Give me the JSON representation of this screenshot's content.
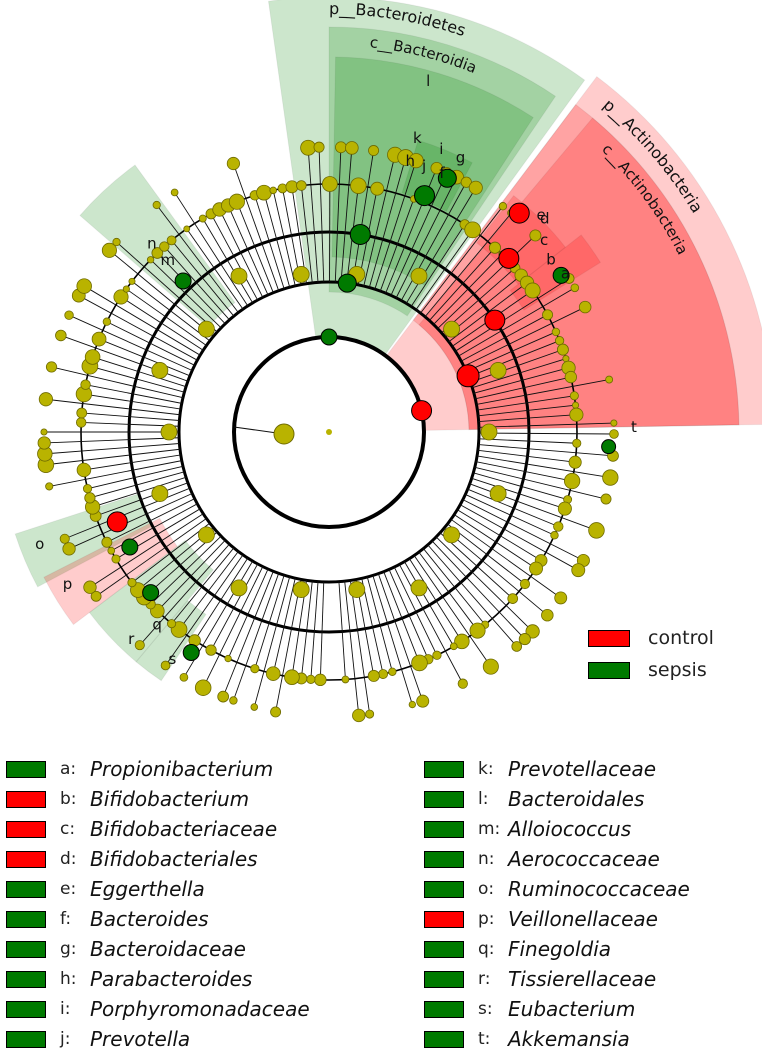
{
  "colors": {
    "control": "#ff0000",
    "sepsis": "#007a00",
    "node": "#b9b300",
    "node_stroke": "#6e6a00"
  },
  "clade_labels": {
    "phylum_bacteroidetes": "p__Bacteroidetes",
    "class_bacteroidia": "c__Bacteroidia",
    "phylum_actinobacteria": "p__Actinobacteria",
    "class_actinobacteria": "c__Actinobacteria"
  },
  "letters": [
    "a",
    "b",
    "c",
    "d",
    "e",
    "f",
    "g",
    "h",
    "i",
    "j",
    "k",
    "l",
    "m",
    "n",
    "o",
    "p",
    "q",
    "r",
    "s",
    "t"
  ],
  "legend": [
    {
      "label": "control",
      "color": "#ff0000"
    },
    {
      "label": "sepsis",
      "color": "#007a00"
    }
  ],
  "key_left": [
    {
      "letter": "a:",
      "name": "Propionibacterium",
      "color": "#007a00"
    },
    {
      "letter": "b:",
      "name": "Bifidobacterium",
      "color": "#ff0000"
    },
    {
      "letter": "c:",
      "name": "Bifidobacteriaceae",
      "color": "#ff0000"
    },
    {
      "letter": "d:",
      "name": "Bifidobacteriales",
      "color": "#ff0000"
    },
    {
      "letter": "e:",
      "name": "Eggerthella",
      "color": "#007a00"
    },
    {
      "letter": "f:",
      "name": "Bacteroides",
      "color": "#007a00"
    },
    {
      "letter": "g:",
      "name": "Bacteroidaceae",
      "color": "#007a00"
    },
    {
      "letter": "h:",
      "name": "Parabacteroides",
      "color": "#007a00"
    },
    {
      "letter": "i:",
      "name": "Porphyromonadaceae",
      "color": "#007a00"
    },
    {
      "letter": "j:",
      "name": "Prevotella",
      "color": "#007a00"
    }
  ],
  "key_right": [
    {
      "letter": "k:",
      "name": "Prevotellaceae",
      "color": "#007a00"
    },
    {
      "letter": "l:",
      "name": "Bacteroidales",
      "color": "#007a00"
    },
    {
      "letter": "m:",
      "name": "Alloiococcus",
      "color": "#007a00"
    },
    {
      "letter": "n:",
      "name": "Aerococcaceae",
      "color": "#007a00"
    },
    {
      "letter": "o:",
      "name": "Ruminococcaceae",
      "color": "#007a00"
    },
    {
      "letter": "p:",
      "name": "Veillonellaceae",
      "color": "#ff0000"
    },
    {
      "letter": "q:",
      "name": "Finegoldia",
      "color": "#007a00"
    },
    {
      "letter": "r:",
      "name": "Tissierellaceae",
      "color": "#007a00"
    },
    {
      "letter": "s:",
      "name": "Eubacterium",
      "color": "#007a00"
    },
    {
      "letter": "t:",
      "name": "Akkemansia",
      "color": "#007a00"
    }
  ]
}
